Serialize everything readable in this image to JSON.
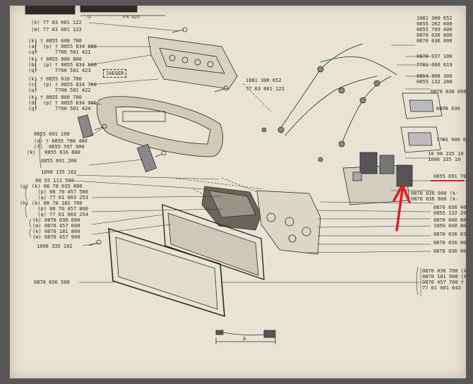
{
  "header": {
    "code_prefix": "D",
    "code_page": "P.R. 920"
  },
  "left_labels": {
    "l1": "(k) 77 03 001 122",
    "l2": "(m) 77 03 001 123",
    "g1": [
      "(k) † 0855 608 700",
      "(a)  (p) † 0855 834 600",
      "(q)      7700 501 421"
    ],
    "g2": [
      "(k) † 0855 800 800",
      "(b)  (p) † 0855 834 800",
      "(q)      7700 501 423"
    ],
    "g3": [
      "(k) † 0855 616 700",
      "(c)  (p) † 0855 834 700",
      "(q)      7700 501 422"
    ],
    "g4": [
      "(k) † 0855 800 700",
      "(d)  (p) † 0855 834 900",
      "(q)      7700 501 424"
    ],
    "k_block": [
      "0855 691 100",
      "(e) † 0855 780 400",
      "(f)  0855 597 900",
      "(k)   0855 616 800",
      "",
      "0855 691 200",
      "",
      "1098 135 162"
    ],
    "s1": "08 55 111 500",
    "g5": [
      "(g) (k) 08 70 035 800",
      "      (p) 08 70 457 500",
      "      (q) 77 01 003 253"
    ],
    "g6": [
      "(h) (k) 08 70 181 700",
      "      (p) 08 70 457 800",
      "      (q) 77 01 003 254"
    ],
    "g7": [
      "(k) 0870 036 600",
      "(m) 0870 457 600"
    ],
    "g8": [
      "(k) 0870 181 800",
      "(m) 0870 457 900"
    ],
    "s2": "1098 335 102",
    "s3": "0870 036 500"
  },
  "top_right": [
    "1081 300 652",
    "0855 262 600",
    "0855 709 400",
    "0870 036 800",
    "0870 036 000"
  ],
  "mid_labels": {
    "m1": "1081 300 652",
    "m2": "77 03 001 122",
    "jaeger": "JAEGER"
  },
  "right_labels": {
    "r1": "0870 037 100",
    "r2": "7701 000 619",
    "r3": [
      "0854 808 300",
      "0855 132 200"
    ],
    "r4": "0870 036 000",
    "r5": "0870 036",
    "r6": "7701 000 6",
    "r7": [
      "10 98 335 10",
      "1098 335 10"
    ],
    "r8": "0855 691 70",
    "r9": [
      "0870 036 900 (k-",
      "0870 036 800 (k-"
    ],
    "r10": [
      "0870 036 40",
      "0855 132 20"
    ],
    "r11": [
      "0870 040 80",
      "1050 040 80"
    ],
    "r12": [
      "0870 036 03",
      "0870 036 00",
      "0870 036 00"
    ],
    "r13": [
      "0870 036 700 (k",
      "0870 181 900 (k",
      "0870 457 700 †",
      "77 01 001 643"
    ]
  },
  "dimension_label": "A"
}
